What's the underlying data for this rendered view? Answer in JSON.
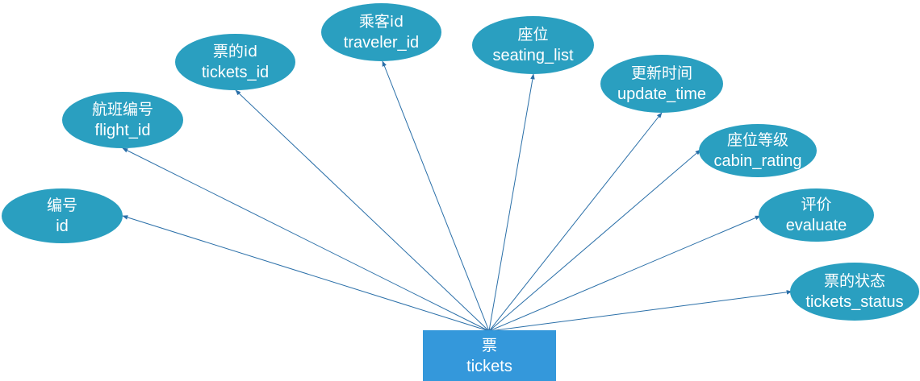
{
  "entity": {
    "label_zh": "票",
    "label_en": "tickets"
  },
  "attributes": [
    {
      "key": "id",
      "label_zh": "编号",
      "label_en": "id"
    },
    {
      "key": "flight_id",
      "label_zh": "航班编号",
      "label_en": "flight_id"
    },
    {
      "key": "tickets_id",
      "label_zh": "票的id",
      "label_en": "tickets_id"
    },
    {
      "key": "traveler_id",
      "label_zh": "乘客id",
      "label_en": "traveler_id"
    },
    {
      "key": "seating_list",
      "label_zh": "座位",
      "label_en": "seating_list"
    },
    {
      "key": "update_time",
      "label_zh": "更新时间",
      "label_en": "update_time"
    },
    {
      "key": "cabin_rating",
      "label_zh": "座位等级",
      "label_en": "cabin_rating"
    },
    {
      "key": "evaluate",
      "label_zh": "评价",
      "label_en": "evaluate"
    },
    {
      "key": "tickets_status",
      "label_zh": "票的状态",
      "label_en": "tickets_status"
    }
  ],
  "colors": {
    "attribute_fill": "#2a9fc0",
    "entity_fill": "#3498db",
    "edge": "#2a6fa8",
    "text": "#ffffff"
  }
}
